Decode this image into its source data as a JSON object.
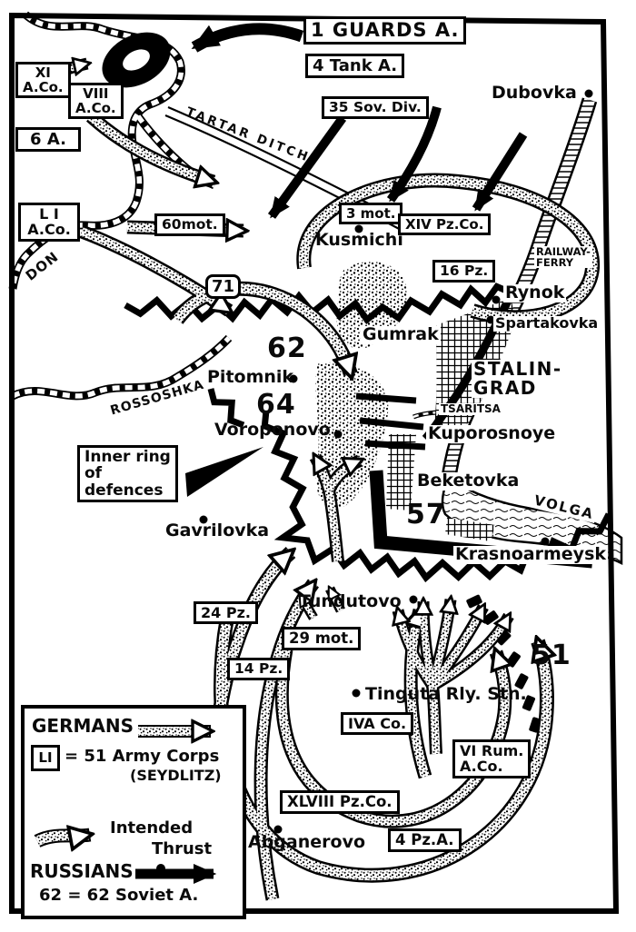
{
  "colors": {
    "ink": "#000000",
    "paper": "#ffffff"
  },
  "unit_boxes": {
    "one_guards": "1 GUARDS A.",
    "four_tank": "4 Tank A.",
    "sov35": "35 Sov. Div.",
    "xi": "XI\nA.Co.",
    "viii": "VIII\nA.Co.",
    "six_a": "6 A.",
    "li": "L I\nA.Co.",
    "mot60": "60mot.",
    "mot3": "3 mot.",
    "xiv_pz": "XIV Pz.Co.",
    "pz16": "16 Pz.",
    "road71": "71",
    "pz24": "24 Pz.",
    "mot29": "29 mot.",
    "pz14": "14 Pz.",
    "iva": "IVA Co.",
    "vi_rum": "VI Rum.\nA.Co.",
    "xlviii": "XLVIII Pz.Co.",
    "pz4a": "4 Pz.A.",
    "inner_ring": "Inner ring\nof\ndefences"
  },
  "places": {
    "dubovka": "Dubovka",
    "kusmichi": "Kusmichi",
    "rynok": "Rynok",
    "spartakovka": "Spartakovka",
    "stalingrad": "STALIN-\nGRAD",
    "tsaritsa": "TSARITSA",
    "gumrak": "Gumrak",
    "pitomnik": "Pitomnik",
    "voroponovo": "Voroponovo",
    "kuporosnoye": "Kuporosnoye",
    "beketovka": "Beketovka",
    "gavrilovka": "Gavrilovka",
    "krasnoarmeysk": "Krasnoarmeysk",
    "tundutovo": "Tundutovo",
    "tinguta": "Tinguta Rly. Stn.",
    "abganerovo": "Abganerovo"
  },
  "rivers": {
    "don": "DON",
    "volga": "VOLGA",
    "rossoshka": "ROSSOSHKA",
    "tartar_ditch": "TARTAR DITCH"
  },
  "notes": {
    "railway_ferry": "RAILWAY-\nFERRY"
  },
  "armies": {
    "a62": "62",
    "a64": "64",
    "a57": "57",
    "a51": "51"
  },
  "legend": {
    "germans_label": "GERMANS",
    "li_symbol": "LI",
    "li_meaning": "= 51 Army Corps",
    "li_meaning2": "(SEYDLITZ)",
    "thrust_line1": "Intended",
    "thrust_line2": "Thrust",
    "russians_label": "RUSSIANS",
    "soviet_example": "62 = 62 Soviet A."
  }
}
